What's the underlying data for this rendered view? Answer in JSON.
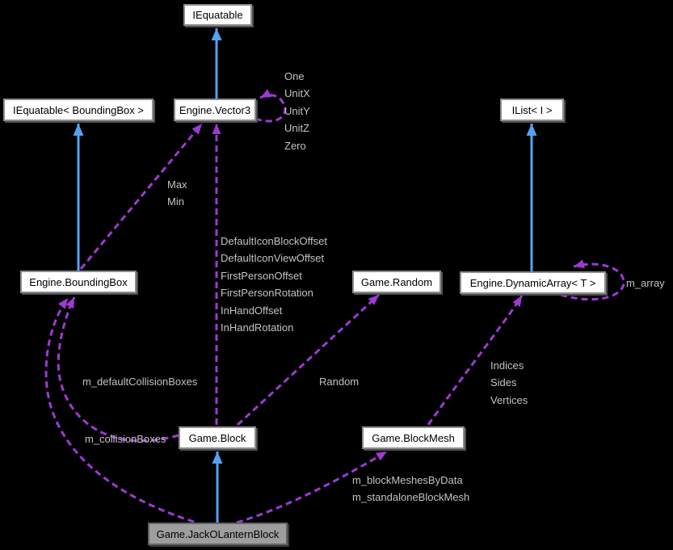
{
  "nodes": {
    "iequatable": {
      "label": "IEquatable"
    },
    "iequatable_boundingbox": {
      "label": "IEquatable< BoundingBox >"
    },
    "engine_vector3": {
      "label": "Engine.Vector3"
    },
    "ilist": {
      "label": "IList< I >"
    },
    "engine_boundingbox": {
      "label": "Engine.BoundingBox"
    },
    "game_random": {
      "label": "Game.Random"
    },
    "engine_dynamicarray": {
      "label": "Engine.DynamicArray< T >"
    },
    "game_block": {
      "label": "Game.Block"
    },
    "game_blockmesh": {
      "label": "Game.BlockMesh"
    },
    "game_jackolanternblock": {
      "label": "Game.JackOLanternBlock"
    }
  },
  "edge_labels": {
    "vector3_statics": [
      "One",
      "UnitX",
      "UnitY",
      "UnitZ",
      "Zero"
    ],
    "boundingbox_to_vector3": [
      "Max",
      "Min"
    ],
    "block_to_vector3": [
      "DefaultIconBlockOffset",
      "DefaultIconViewOffset",
      "FirstPersonOffset",
      "FirstPersonRotation",
      "InHandOffset",
      "InHandRotation"
    ],
    "block_to_random": "Random",
    "dynamicarray_self": "m_array",
    "blockmesh_to_dynamicarray": [
      "Indices",
      "Sides",
      "Vertices"
    ],
    "block_to_boundingbox": "m_defaultCollisionBoxes",
    "jackolantern_to_boundingbox": "m_collisionBoxes",
    "jackolantern_to_blockmesh": [
      "m_blockMeshesByData",
      "m_standaloneBlockMesh"
    ]
  },
  "colors": {
    "background": "#000000",
    "inheritance_arrow": "#55a2f2",
    "usage_arrow": "#9d3ad2",
    "edge_label_text": "#c3c3c3",
    "node_fill": "#ffffff",
    "node_border": "#8c8c8c",
    "node_text": "#000000",
    "selected_node_fill": "#9e9e9e",
    "selected_node_border": "#636363"
  }
}
